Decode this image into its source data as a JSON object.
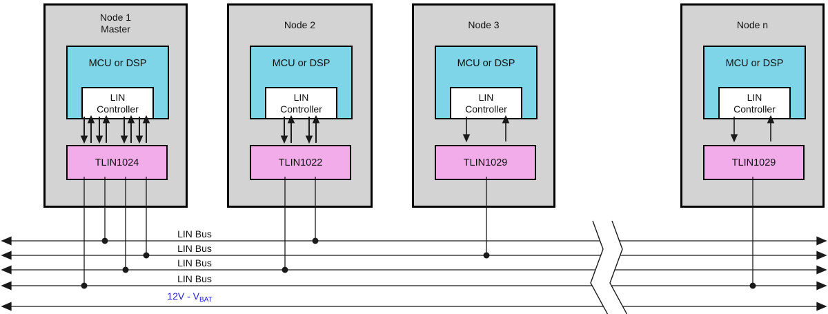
{
  "nodes": [
    {
      "title": "Node 1",
      "subtitle": "Master",
      "mcu_label": "MCU or DSP",
      "controller_line1": "LIN",
      "controller_line2": "Controller",
      "transceiver": "TLIN1024"
    },
    {
      "title": "Node 2",
      "mcu_label": "MCU or DSP",
      "controller_line1": "LIN",
      "controller_line2": "Controller",
      "transceiver": "TLIN1022"
    },
    {
      "title": "Node 3",
      "mcu_label": "MCU or DSP",
      "controller_line1": "LIN",
      "controller_line2": "Controller",
      "transceiver": "TLIN1029"
    },
    {
      "title": "Node n",
      "mcu_label": "MCU or DSP",
      "controller_line1": "LIN",
      "controller_line2": "Controller",
      "transceiver": "TLIN1029"
    }
  ],
  "bus": {
    "lin_labels": [
      "LIN Bus",
      "LIN Bus",
      "LIN Bus",
      "LIN Bus"
    ],
    "supply_main": "12V - V",
    "supply_sub": "BAT"
  },
  "colors": {
    "node_background": "#d3d3d3",
    "mcu_background": "#7dd5e7",
    "transceiver_background": "#f1ace9",
    "supply_text": "#2121dd",
    "line": "#1a1a1a"
  }
}
